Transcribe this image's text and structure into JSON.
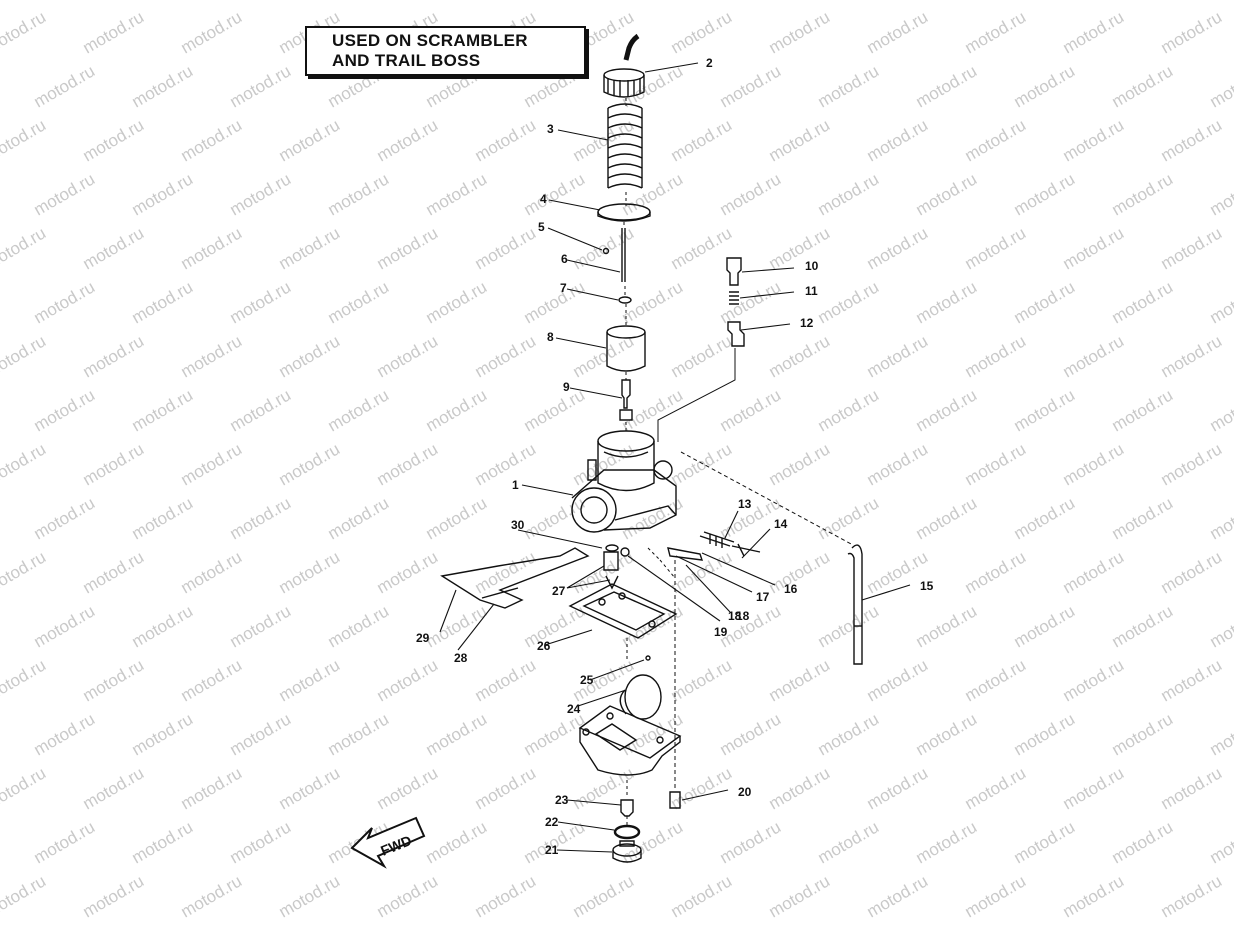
{
  "title": {
    "line1": "USED ON SCRAMBLER",
    "line2": "AND TRAIL BOSS"
  },
  "watermark_text": "motod.ru",
  "direction_label": "FWD",
  "callouts": [
    "1",
    "2",
    "3",
    "4",
    "5",
    "6",
    "7",
    "8",
    "9",
    "10",
    "11",
    "12",
    "13",
    "14",
    "15",
    "16",
    "17",
    "18",
    "18",
    "19",
    "20",
    "21",
    "22",
    "23",
    "24",
    "25",
    "26",
    "27",
    "28",
    "29",
    "30"
  ],
  "colors": {
    "ink": "#111111",
    "watermark": "#c9c9c9",
    "background": "#ffffff"
  }
}
